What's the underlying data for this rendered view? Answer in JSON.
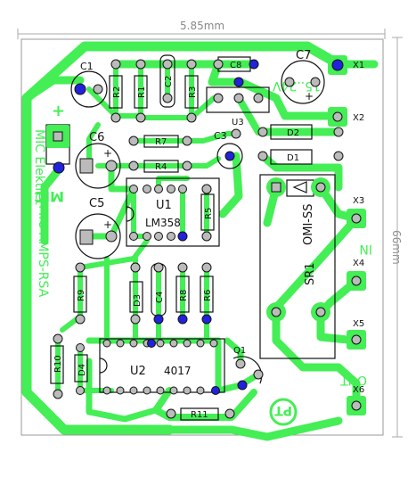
{
  "dimensions": {
    "width_label": "5.85mm",
    "height_label": "66mm"
  },
  "colors": {
    "copper": "#44ee55",
    "pad_fill": "#bbbbbb",
    "pad_dark": "#111111",
    "via": "#2222dd",
    "outline": "#888888"
  },
  "labels": {
    "c1": "C1",
    "c2": "C2",
    "c3": "C3",
    "c4": "C4",
    "c5": "C5",
    "c6": "C6",
    "c7": "C7",
    "c8": "C8",
    "r1": "R1",
    "r2": "R2",
    "r3": "R3",
    "r4": "R4",
    "r5": "R5",
    "r6": "R6",
    "r7": "R7",
    "r8": "R8",
    "r9": "R9",
    "r10": "R10",
    "r11": "R11",
    "d1": "D1",
    "d2": "D2",
    "d3": "D3",
    "d4": "D4",
    "u1": "U1",
    "u1_part": "LM358",
    "u2": "U2",
    "u2_part": "4017",
    "u3": "U3",
    "q1": "Q1",
    "sr1": "SR1",
    "relay_part": "OMI-SS",
    "x1": "X1",
    "x2": "X2",
    "x3": "X3",
    "x4": "X4",
    "x5": "X5",
    "x6": "X6",
    "copper_voltage": "15..24V",
    "copper_in": "IN",
    "copper_out": "OUT",
    "copper_mic": "MIC",
    "copper_mic_elektret": "MIC Elektret",
    "copper_title": "MIC-AMPS-RSA",
    "copper_plus": "+",
    "copper_pf": "PT"
  }
}
